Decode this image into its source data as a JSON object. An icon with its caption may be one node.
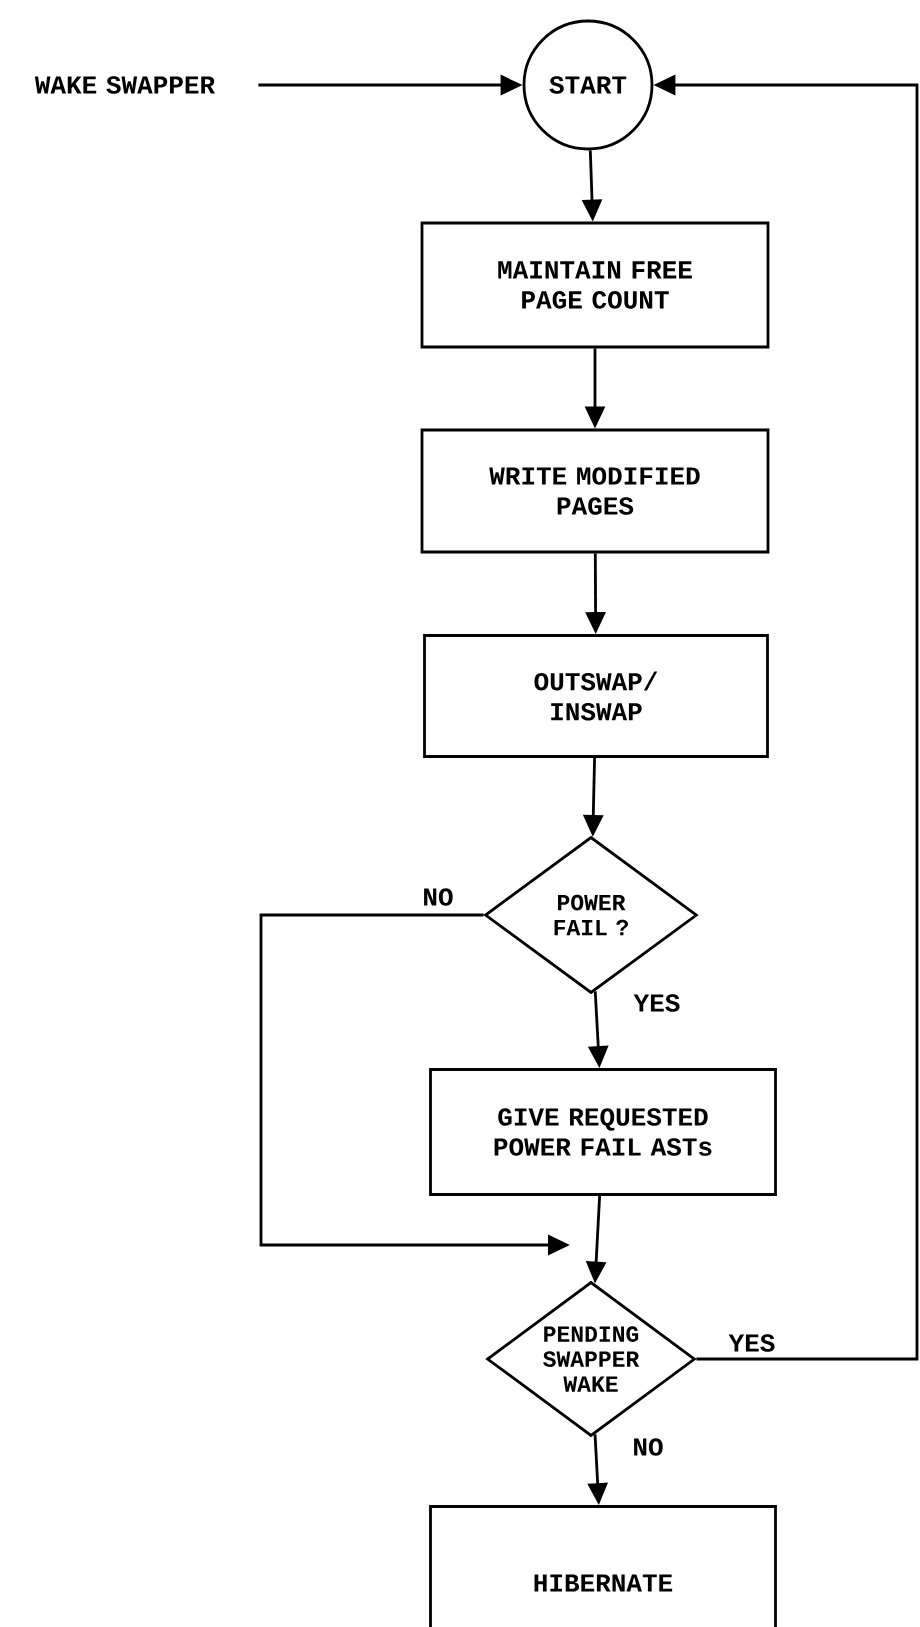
{
  "diagram": {
    "nodes": [
      {
        "text": [
          "WAKE SWAPPER"
        ]
      },
      {
        "text": [
          "START"
        ]
      },
      {
        "text": [
          "MAINTAIN FREE PAGE COUNT"
        ]
      },
      {
        "text": [
          "WRITE MODIFIED PAGES"
        ]
      },
      {
        "text": [
          "OUTSWAP/ INSWAP"
        ]
      },
      {
        "text": [
          "POWER FAIL ?"
        ]
      },
      {
        "text": [
          "GIVE REQUESTED POWER FAIL ASTs"
        ]
      },
      {
        "text": [
          "PENDING SWAPPER WAKE"
        ]
      },
      {
        "text": [
          "HIBERNATE"
        ]
      }
    ],
    "edges": [
      {
        "from": 0,
        "to": 1,
        "arrow": "to"
      },
      {
        "from": 1,
        "to": 2,
        "arrow": "to"
      },
      {
        "from": 2,
        "to": 3,
        "arrow": "to"
      },
      {
        "from": 3,
        "to": 4,
        "arrow": "to"
      },
      {
        "from": 4,
        "to": 5,
        "arrow": "to"
      },
      {
        "from": 5,
        "to": 6,
        "arrow": "to",
        "label": "YES"
      },
      {
        "from": 5,
        "to": 7,
        "arrow": "to",
        "label": "NO"
      },
      {
        "from": 6,
        "to": 7,
        "arrow": "to"
      },
      {
        "from": 7,
        "to": 1,
        "arrow": "to",
        "label": "YES"
      },
      {
        "from": 7,
        "to": 8,
        "arrow": "to",
        "label": "NO"
      }
    ]
  }
}
